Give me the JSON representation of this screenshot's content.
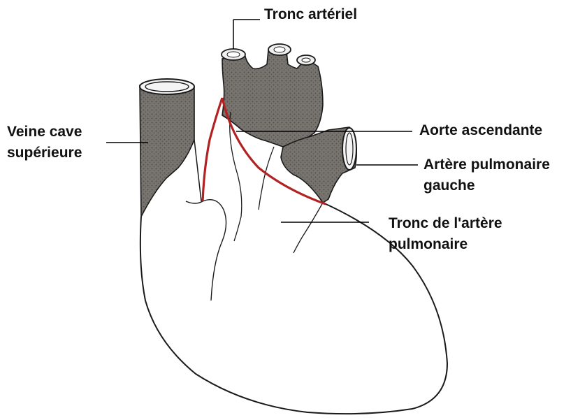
{
  "labels": {
    "tronc_arteriel": "Tronc artériel",
    "veine_cave": [
      "Veine cave",
      "supérieure"
    ],
    "aorte_ascendante": "Aorte ascendante",
    "artere_pulmonaire_gauche": [
      "Artère pulmonaire",
      "gauche"
    ],
    "tronc_artere_pulmonaire": [
      "Tronc de l'artère",
      "pulmonaire"
    ]
  },
  "colors": {
    "vessel_shading": "#6e6a66",
    "outline": "#1a1a1a",
    "boundary_line": "#b22222",
    "leader_line": "#000000",
    "text": "#111111"
  }
}
